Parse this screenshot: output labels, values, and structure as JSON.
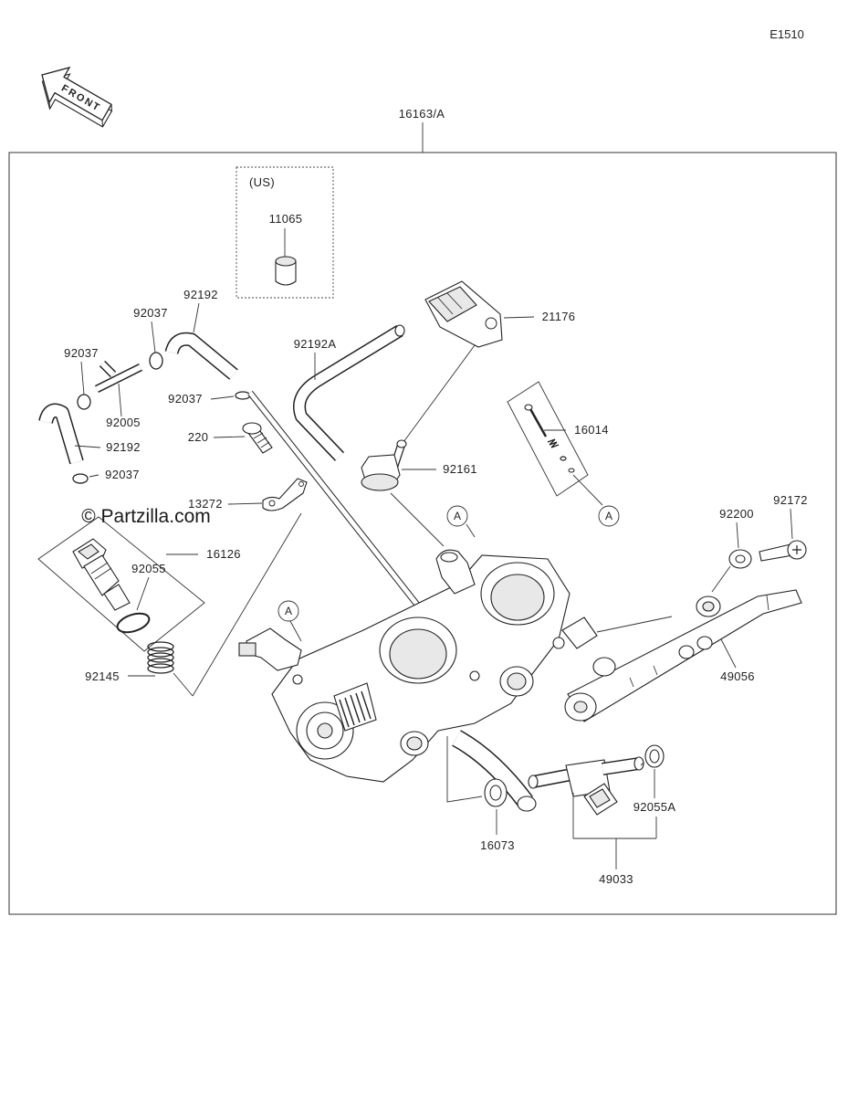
{
  "diagram_code": "E1510",
  "front_label": "FRONT",
  "assembly_label": "16163/A",
  "us_box": {
    "region": "(US)",
    "part": "11065"
  },
  "watermark": "© Partzilla.com",
  "callouts": [
    "A",
    "A",
    "A"
  ],
  "labels": [
    "92192",
    "92037",
    "92037",
    "92192A",
    "21176",
    "92037",
    "92005",
    "16014",
    "220",
    "92192",
    "92161",
    "92037",
    "13272",
    "16126",
    "92200",
    "92172",
    "92055",
    "92145",
    "49056",
    "92055A",
    "16073",
    "49033"
  ]
}
